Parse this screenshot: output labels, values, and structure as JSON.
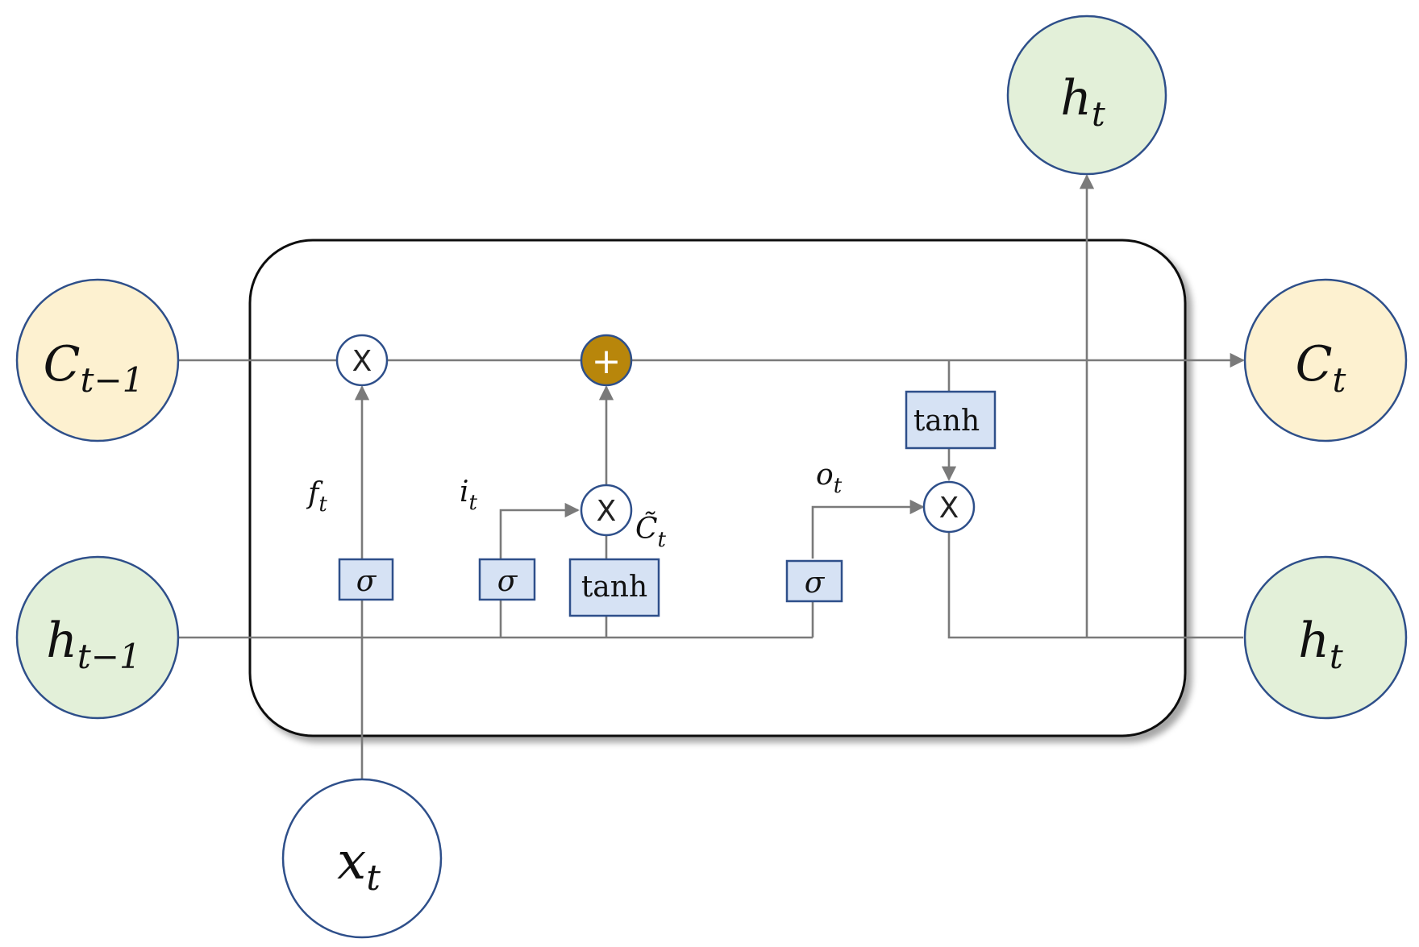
{
  "nodes": {
    "c_prev": {
      "main": "C",
      "sub": "t−1"
    },
    "h_prev": {
      "main": "h",
      "sub": "t−1"
    },
    "x_in": {
      "main": "x",
      "sub": "t"
    },
    "c_out": {
      "main": "C",
      "sub": "t"
    },
    "h_out_right": {
      "main": "h",
      "sub": "t"
    },
    "h_out_top": {
      "main": "h",
      "sub": "t"
    }
  },
  "operators": {
    "forget_mul": "X",
    "input_mul": "X",
    "output_mul": "X",
    "cell_add": "+"
  },
  "layers": {
    "forget_sigma": "σ",
    "input_sigma": "σ",
    "candidate_tanh": "tanh",
    "output_sigma": "σ",
    "cell_tanh": "tanh"
  },
  "labels": {
    "f": {
      "main": "f",
      "sub": "t"
    },
    "i": {
      "main": "i",
      "sub": "t"
    },
    "o": {
      "main": "o",
      "sub": "t"
    },
    "c_tilde": {
      "main": "C̃",
      "sub": "t"
    }
  },
  "colors": {
    "cell_state_fill": "#fdf1d0",
    "hidden_fill": "#e3f0d9",
    "input_fill": "#ffffff",
    "node_stroke": "#2e4f8a",
    "layer_fill": "#d6e2f4",
    "layer_stroke": "#2e4f8a",
    "add_fill": "#b8860b",
    "wire": "#7a7a7a"
  }
}
